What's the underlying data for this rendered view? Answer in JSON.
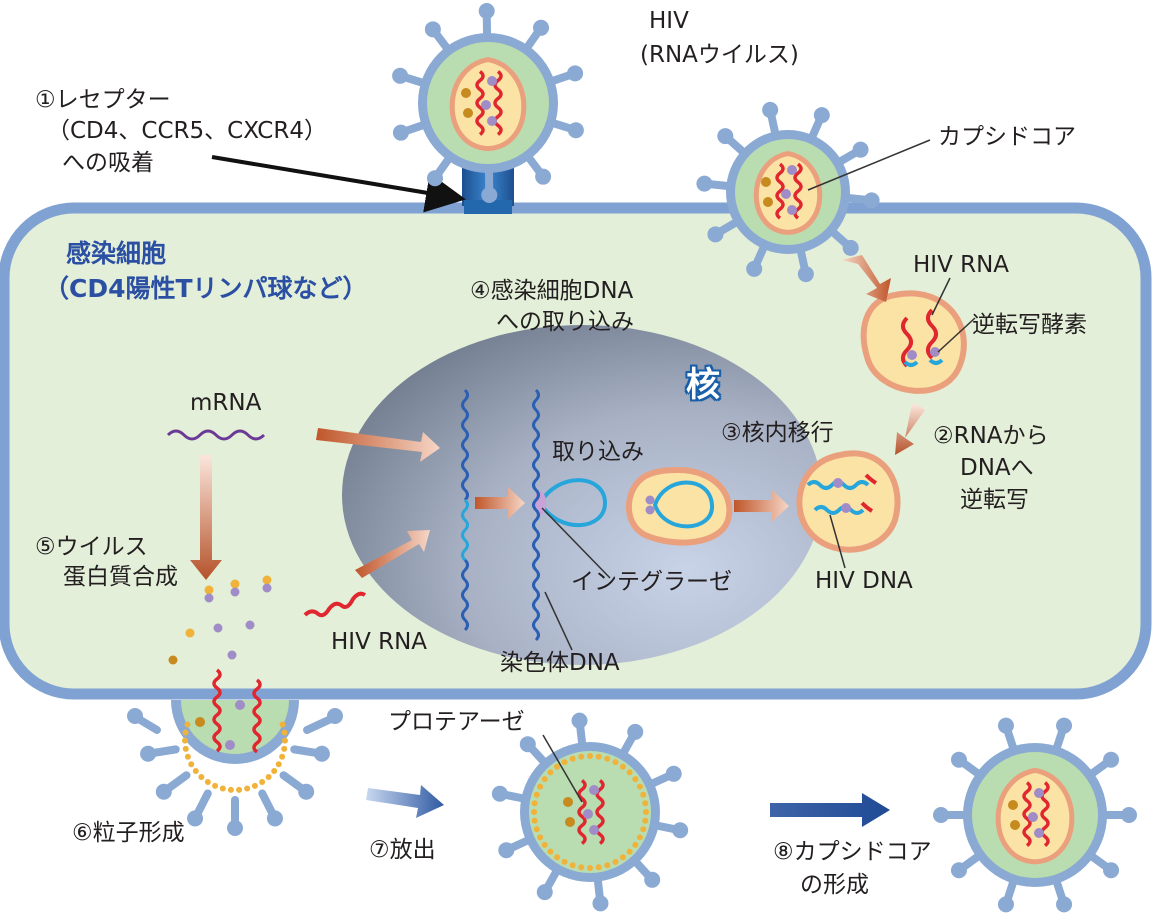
{
  "labels": {
    "hiv_title": "HIV",
    "hiv_subtitle": "(RNAウイルス)",
    "step1_line1": "①レセプター",
    "step1_line2": "（CD4、CCR5、CXCR4）",
    "step1_line3": "への吸着",
    "capsid_core": "カプシドコア",
    "infected_cell_line1": "感染細胞",
    "infected_cell_line2": "（CD4陽性Tリンパ球など）",
    "step4_line1": "④感染細胞DNA",
    "step4_line2": "への取り込み",
    "hiv_rna_top": "HIV RNA",
    "reverse_transcriptase": "逆転写酵素",
    "nucleus": "核",
    "mrna": "mRNA",
    "step3": "③核内移行",
    "step2_line1": "②RNAから",
    "step2_line2": "DNAへ",
    "step2_line3": "逆転写",
    "integration": "取り込み",
    "step5_line1": "⑤ウイルス",
    "step5_line2": "蛋白質合成",
    "integrase": "インテグラーゼ",
    "hiv_dna": "HIV DNA",
    "hiv_rna_bottom": "HIV RNA",
    "chromosome_dna": "染色体DNA",
    "protease": "プロテアーゼ",
    "step6": "⑥粒子形成",
    "step7": "⑦放出",
    "step8_line1": "⑧カプシドコア",
    "step8_line2": "の形成"
  },
  "colors": {
    "cell_fill": "#e3efd9",
    "cell_border": "#7fa2d2",
    "nucleus_gray": "#8c96a8",
    "nucleus_light": "#c2cde3",
    "capsid_fill": "#fbe3a6",
    "capsid_border": "#eaa07d",
    "rna_red": "#e0262e",
    "dna_blue": "#27a6db",
    "chromosome_blue": "#2b5fb3",
    "arrow_orange": "#c86a3c",
    "arrow_blue": "#2f5aa3",
    "virus_green": "#b9dcb0",
    "receptor_blue": "#2367ad",
    "label_blue": "#2b4fa3"
  }
}
